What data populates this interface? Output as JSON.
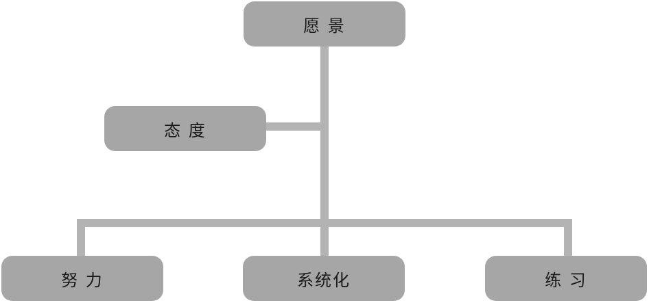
{
  "diagram": {
    "nodes": {
      "vision": "愿  景",
      "attitude": "态  度",
      "effort": "努  力",
      "systematization": "系统化",
      "practice": "练  习"
    },
    "colors": {
      "node_fill": "#a6a6a6",
      "connector": "#b3b3b3",
      "text": "#1a1a1a",
      "background": "#ffffff"
    }
  }
}
